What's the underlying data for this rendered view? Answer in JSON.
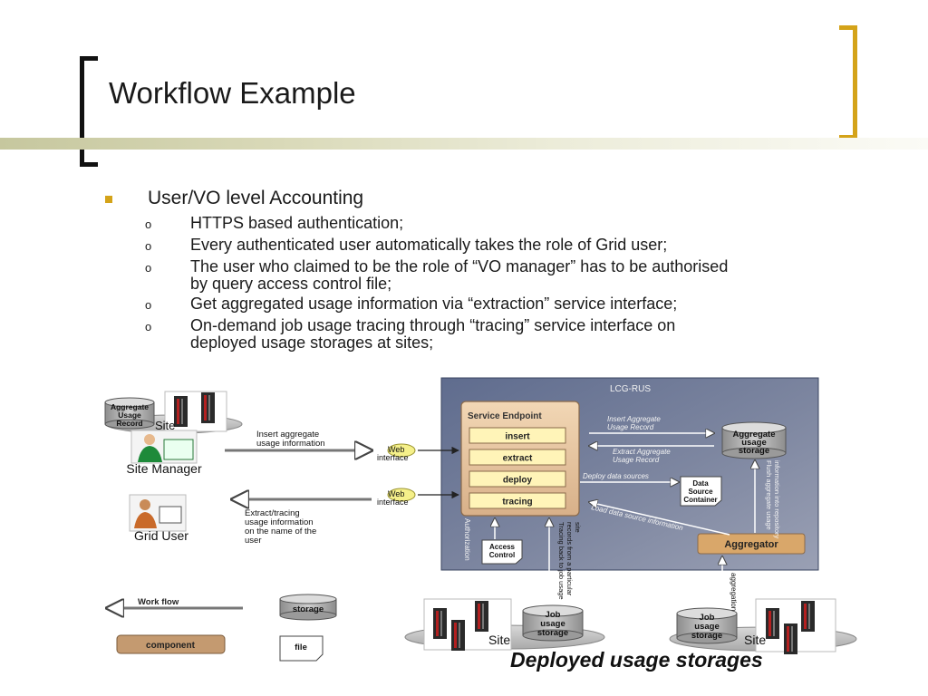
{
  "slide": {
    "title": "Workflow Example",
    "bullet_main": "User/VO level Accounting",
    "sub_bullets": [
      {
        "lines": [
          "HTTPS based authentication;"
        ]
      },
      {
        "lines": [
          "Every authenticated user automatically takes the role of Grid user;"
        ]
      },
      {
        "lines": [
          "The user who claimed to be the role of “VO manager” has to be authorised",
          "by query access control file;"
        ]
      },
      {
        "lines": [
          "Get aggregated usage information via “extraction” service interface;"
        ]
      },
      {
        "lines": [
          "On-demand job usage tracing through “tracing” service interface on",
          "deployed usage storages at sites;"
        ]
      }
    ],
    "sub_marker": "o",
    "caption": "Deployed usage storages",
    "accent_color": "#d4a319"
  },
  "diagram": {
    "lcg_label": "LCG-RUS",
    "service_endpoint": "Service Endpoint",
    "buttons": [
      "insert",
      "extract",
      "deploy",
      "tracing"
    ],
    "arrow_labels": {
      "insert_aggregate": [
        "Insert Aggregate",
        "Usage Record"
      ],
      "extract_aggregate": [
        "Extract Aggregate",
        "Usage Record"
      ],
      "deploy_sources": "Deploy data sources",
      "load_info": "Load data source information",
      "flush": [
        "Flush aggregate usage",
        "information into repository"
      ],
      "tracing_back": [
        "Tracing back to job usage",
        "records from a particular",
        "site"
      ],
      "authorization": "Authorization",
      "aggregation": "aggregation"
    },
    "aggregate_storage": [
      "Aggregate",
      "usage",
      "storage"
    ],
    "data_source_container": [
      "Data",
      "Source",
      "Container"
    ],
    "access_control": [
      "Access",
      "Control"
    ],
    "aggregator": "Aggregator",
    "site_manager": "Site Manager",
    "grid_user": "Grid User",
    "site_label": "Site",
    "top_site_storage": [
      "Aggregate",
      "Usage",
      "Record"
    ],
    "web_interface": [
      "Web",
      "interface"
    ],
    "insert_info": [
      "Insert aggregate",
      "usage information"
    ],
    "extract_info": [
      "Extract/tracing",
      "usage information",
      "on the name of the",
      "user"
    ],
    "job_storage": [
      "Job",
      "usage",
      "storage"
    ],
    "legend": {
      "workflow": "Work flow",
      "storage": "storage",
      "component": "component",
      "file": "file"
    }
  }
}
